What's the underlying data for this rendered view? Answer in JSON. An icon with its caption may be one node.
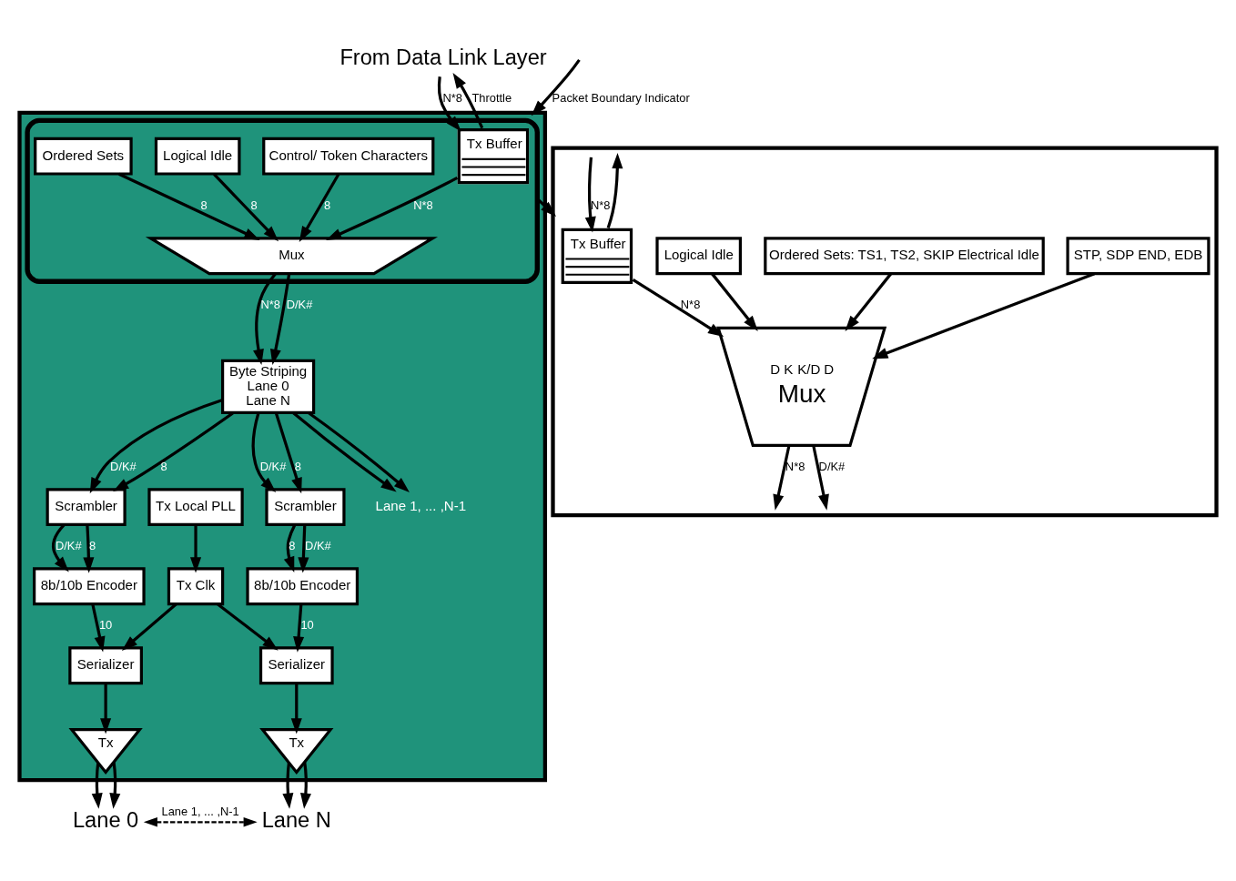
{
  "diagram": {
    "nodes": [
      {
        "text": [
          "From Data Link Layer"
        ]
      },
      {
        "text": [],
        "shape": "box"
      },
      {
        "text": [],
        "shape": "ellipse",
        "in": 1
      },
      {
        "text": [
          "Tx Buffer"
        ],
        "in": 2
      },
      {
        "text": [
          "Control/ Token Characters"
        ],
        "in": 2
      },
      {
        "text": [
          "Logical Idle"
        ],
        "in": 2
      },
      {
        "text": [
          "Ordered Sets"
        ],
        "in": 2
      },
      {
        "text": [
          "Mux"
        ],
        "in": 2
      },
      {
        "text": [
          "Byte Striping",
          "Lane 0",
          "Lane N"
        ],
        "in": 1
      },
      {
        "text": [
          "Scrambler"
        ],
        "in": 1
      },
      {
        "text": [
          "Scrambler"
        ],
        "in": 1
      },
      {
        "text": [
          "8b/10b Encoder"
        ],
        "in": 1
      },
      {
        "text": [
          "8b/10b Encoder"
        ],
        "in": 1
      },
      {
        "text": [
          "Tx Local PLL"
        ],
        "in": 1
      },
      {
        "text": [
          "Tx Clk"
        ],
        "in": 1
      },
      {
        "text": [
          "Serializer"
        ],
        "in": 1
      },
      {
        "text": [
          "Serializer"
        ],
        "in": 1
      },
      {
        "text": [
          "Tx"
        ],
        "in": 1
      },
      {
        "text": [
          "Tx"
        ],
        "in": 1
      },
      {
        "text": [
          "Lane 0"
        ]
      },
      {
        "text": [
          "Lane N"
        ]
      },
      {
        "text": [
          "Lane 1, ... ,N-1"
        ],
        "in": 1
      },
      {
        "text": [],
        "shape": "box"
      },
      {
        "text": [
          "Tx Buffer"
        ],
        "in": 22
      },
      {
        "text": [
          "STP, SDP END, EDB"
        ],
        "in": 22
      },
      {
        "text": [
          "Ordered Sets: TS1, TS2, SKIP Electrical Idle"
        ],
        "in": 22
      },
      {
        "text": [
          "Logical Idle"
        ],
        "in": 22
      },
      {
        "text": [
          "D",
          "K",
          "K/D",
          "D",
          "Mux"
        ],
        "in": 22
      }
    ],
    "edges": [
      {
        "from": 0,
        "to": 3,
        "arrow": "to",
        "label": "N*8"
      },
      {
        "from": 3,
        "to": 0,
        "arrow": "to",
        "label": "Throttle"
      },
      {
        "from": null,
        "to": 1,
        "arrow": "to",
        "label": "Packet Boundary Indicator"
      },
      {
        "from": 3,
        "to": 7,
        "arrow": "to",
        "label": "N*8"
      },
      {
        "from": 4,
        "to": 7,
        "arrow": "to",
        "label": "8"
      },
      {
        "from": 5,
        "to": 7,
        "arrow": "to",
        "label": "8"
      },
      {
        "from": 6,
        "to": 7,
        "arrow": "to",
        "label": "8"
      },
      {
        "from": 7,
        "to": 8,
        "arrow": "to",
        "label": "N*8"
      },
      {
        "from": 7,
        "to": 8,
        "arrow": "to",
        "label": "D/K#"
      },
      {
        "from": 2,
        "to": 22,
        "arrow": "to"
      },
      {
        "from": 8,
        "to": 9,
        "arrow": "to",
        "label": "8"
      },
      {
        "from": 8,
        "to": 9,
        "arrow": "to",
        "label": "D/K#"
      },
      {
        "from": 8,
        "to": 21,
        "arrow": "to"
      },
      {
        "from": 8,
        "to": 21,
        "arrow": "to"
      },
      {
        "from": 8,
        "to": 10,
        "arrow": "to",
        "label": "8"
      },
      {
        "from": 8,
        "to": 10,
        "arrow": "to",
        "label": "D/K#"
      },
      {
        "from": 9,
        "to": 11,
        "arrow": "to",
        "label": "8"
      },
      {
        "from": 9,
        "to": 11,
        "arrow": "to",
        "label": "D/K#"
      },
      {
        "from": 10,
        "to": 12,
        "arrow": "to",
        "label": "8"
      },
      {
        "from": 10,
        "to": 12,
        "arrow": "to",
        "label": "D/K#"
      },
      {
        "from": 11,
        "to": 15,
        "arrow": "to",
        "label": "10"
      },
      {
        "from": 12,
        "to": 16,
        "arrow": "to",
        "label": "10"
      },
      {
        "from": 13,
        "to": 14,
        "arrow": "to"
      },
      {
        "from": 14,
        "to": 15,
        "arrow": "to"
      },
      {
        "from": 14,
        "to": 16,
        "arrow": "to"
      },
      {
        "from": 15,
        "to": 17,
        "arrow": "to"
      },
      {
        "from": 16,
        "to": 18,
        "arrow": "to"
      },
      {
        "from": 17,
        "to": 19,
        "arrow": "to"
      },
      {
        "from": 17,
        "to": 19,
        "arrow": "to"
      },
      {
        "from": 18,
        "to": 20,
        "arrow": "to"
      },
      {
        "from": 18,
        "to": 20,
        "arrow": "to"
      },
      {
        "from": 19,
        "to": 20,
        "arrow": "both",
        "label": "Lane 1, ... ,N-1",
        "style": "dashed"
      },
      {
        "from": 23,
        "to": null,
        "arrow": "to"
      },
      {
        "from": null,
        "to": 23,
        "arrow": "to",
        "label": "N*8"
      },
      {
        "from": 23,
        "to": 27,
        "arrow": "to",
        "label": "N*8"
      },
      {
        "from": 24,
        "to": 27,
        "arrow": "to"
      },
      {
        "from": 25,
        "to": 27,
        "arrow": "to"
      },
      {
        "from": 26,
        "to": 27,
        "arrow": "to"
      },
      {
        "from": 27,
        "to": null,
        "arrow": "to",
        "label": "N*8"
      },
      {
        "from": 27,
        "to": null,
        "arrow": "to",
        "label": "D/K#"
      }
    ]
  }
}
